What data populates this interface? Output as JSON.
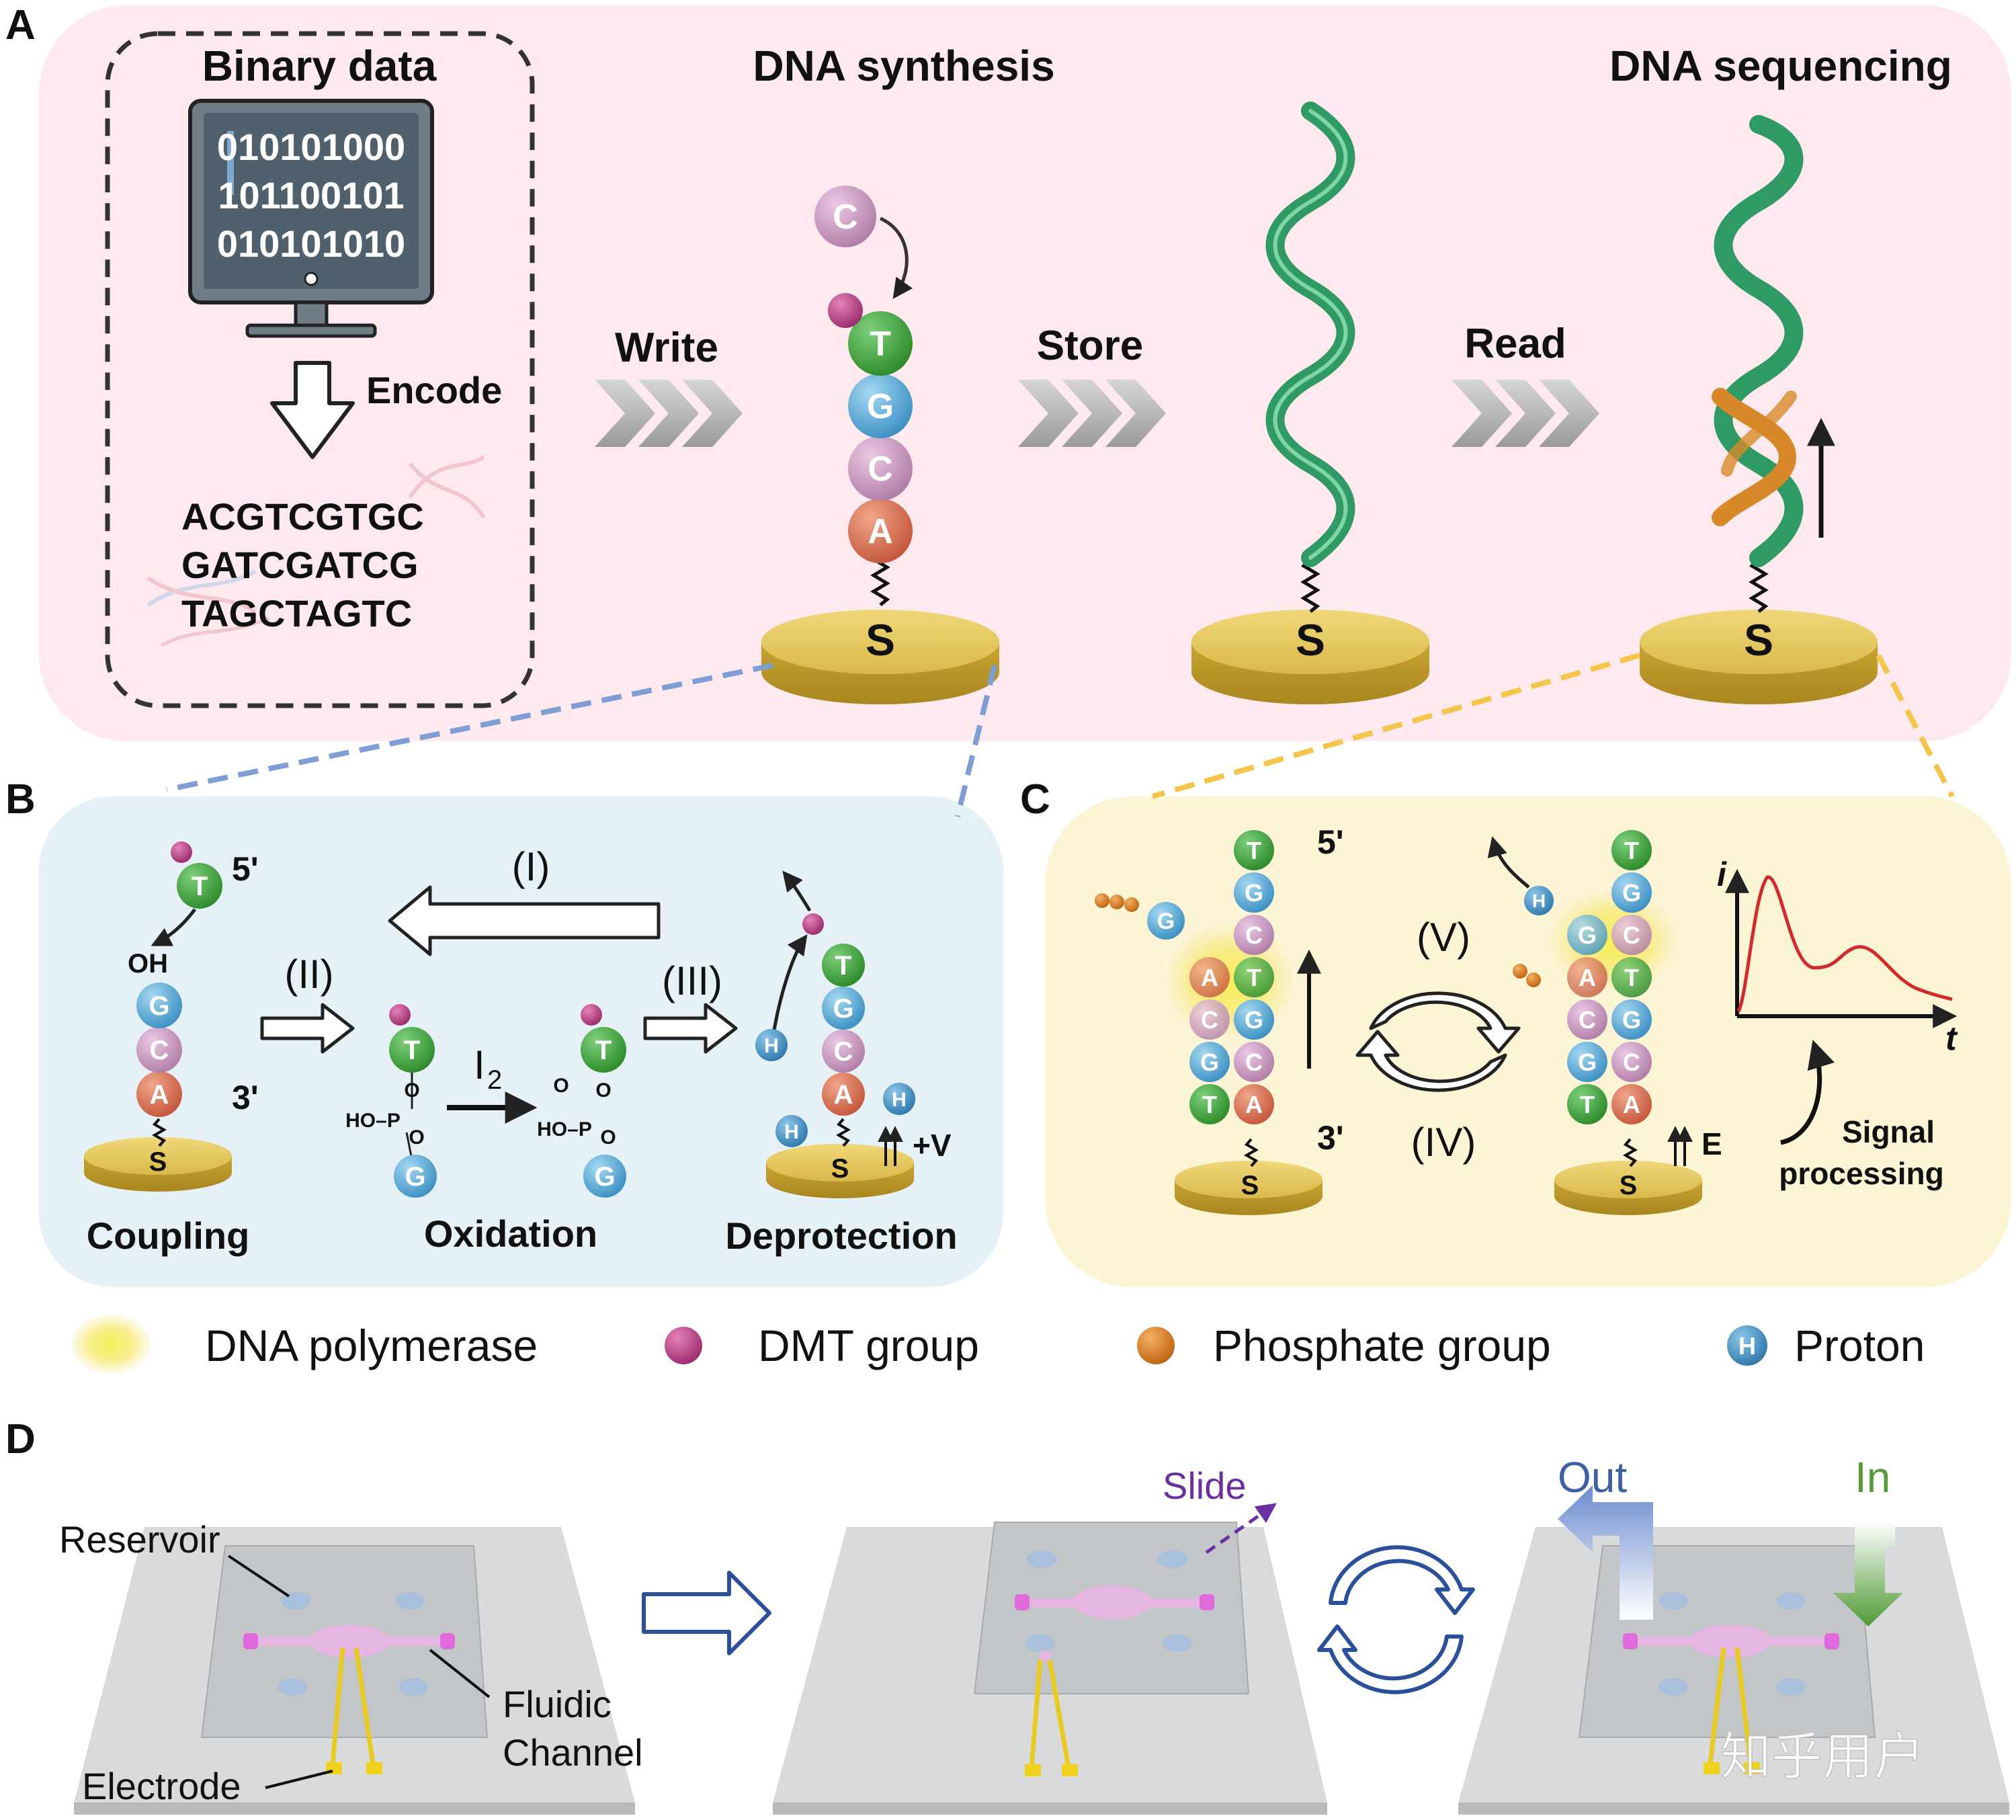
{
  "panel_letters": {
    "a": "A",
    "b": "B",
    "c": "C",
    "d": "D"
  },
  "panel_a": {
    "box_title": "Binary data",
    "binary_rows": [
      "010101000",
      "101100101",
      "010101010"
    ],
    "encode_label": "Encode",
    "dna_rows": [
      "ACGTCGTGC",
      "GATCGATCG",
      "TAGCTAGTC"
    ],
    "synthesis_title": "DNA synthesis",
    "sequencing_title": "DNA sequencing",
    "write_label": "Write",
    "store_label": "Store",
    "read_label": "Read",
    "strand_bases": [
      "T",
      "G",
      "C",
      "A"
    ],
    "incoming_base": "C",
    "surface_label": "S"
  },
  "panel_b": {
    "step_I": "(I)",
    "step_II": "(II)",
    "step_III": "(III)",
    "coupling": "Coupling",
    "oxidation": "Oxidation",
    "deprotection": "Deprotection",
    "five_prime": "5'",
    "three_prime": "3'",
    "oh_label": "OH",
    "iodine": "I",
    "iodine_sub": "2",
    "ho_p_left": "HO–P",
    "ho_p_right": "HO–P",
    "voltage": "+V",
    "coupling_bases": [
      "G",
      "C",
      "A"
    ],
    "top_base": "T",
    "deprotect_bases": [
      "T",
      "G",
      "C",
      "A"
    ],
    "phosphate_base": "G",
    "proton": "H",
    "surface_label": "S"
  },
  "panel_c": {
    "left_stack": [
      "T",
      "G",
      "C",
      "T",
      "G",
      "C",
      "A"
    ],
    "left_partner": [
      "A",
      "C",
      "G",
      "T"
    ],
    "right_stack": [
      "T",
      "G",
      "C",
      "T",
      "G",
      "C",
      "A"
    ],
    "right_partner": [
      "G",
      "A",
      "C",
      "G",
      "T"
    ],
    "free_base": "G",
    "five_prime": "5'",
    "three_prime": "3'",
    "step_V": "(V)",
    "step_IV": "(IV)",
    "signal_processing_1": "Signal",
    "signal_processing_2": "processing",
    "y_axis": "i",
    "x_axis": "t",
    "field_label": "E",
    "proton": "H",
    "surface_label": "S"
  },
  "legend": {
    "polymerase": "DNA polymerase",
    "dmt": "DMT group",
    "phosphate": "Phosphate group",
    "proton": "Proton",
    "proton_symbol": "H"
  },
  "panel_d": {
    "reservoir": "Reservoir",
    "fluidic_1": "Fluidic",
    "fluidic_2": "Channel",
    "electrode": "Electrode",
    "slide": "Slide",
    "out": "Out",
    "in": "In",
    "watermark": "知乎用户"
  },
  "colors": {
    "panel_a_bg": "#fde9ee",
    "panel_b_bg": "#e6f1f7",
    "panel_c_bg": "#fbf5d6",
    "base_T": "#3a9a35",
    "base_G": "#4aa3d4",
    "base_C": "#c693bc",
    "base_A": "#d9694a",
    "dmt": "#b53a82",
    "phosphate": "#d87b1c",
    "proton": "#3f8fc2",
    "helix": "#2f9a63",
    "primer": "#d7892a",
    "gold": "#d8bb46",
    "signal": "#d22a2a",
    "slide_text": "#6a2fa0",
    "out_text": "#3d5fa6",
    "in_text": "#5a9a3a"
  }
}
